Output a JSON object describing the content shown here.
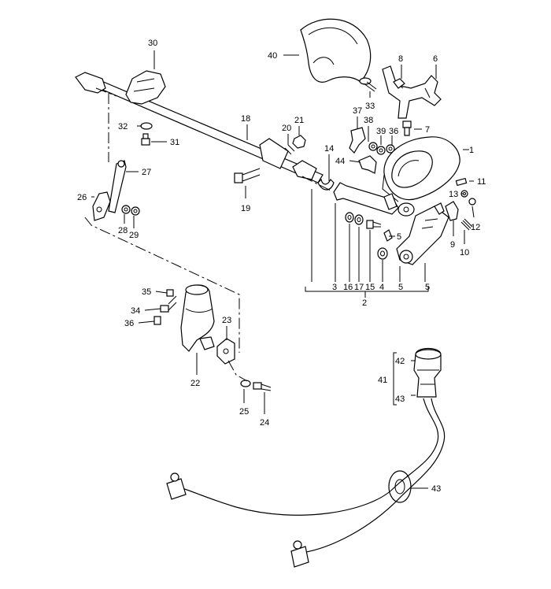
{
  "labels": [
    "1",
    "2",
    "3",
    "4",
    "5",
    "5",
    "5",
    "6",
    "7",
    "8",
    "9",
    "10",
    "11",
    "12",
    "13",
    "14",
    "15",
    "16",
    "17",
    "18",
    "19",
    "20",
    "21",
    "22",
    "23",
    "24",
    "25",
    "26",
    "27",
    "28",
    "29",
    "30",
    "31",
    "32",
    "33",
    "34",
    "35",
    "36",
    "36",
    "37",
    "38",
    "39",
    "40",
    "41",
    "42",
    "43",
    "43",
    "44"
  ]
}
